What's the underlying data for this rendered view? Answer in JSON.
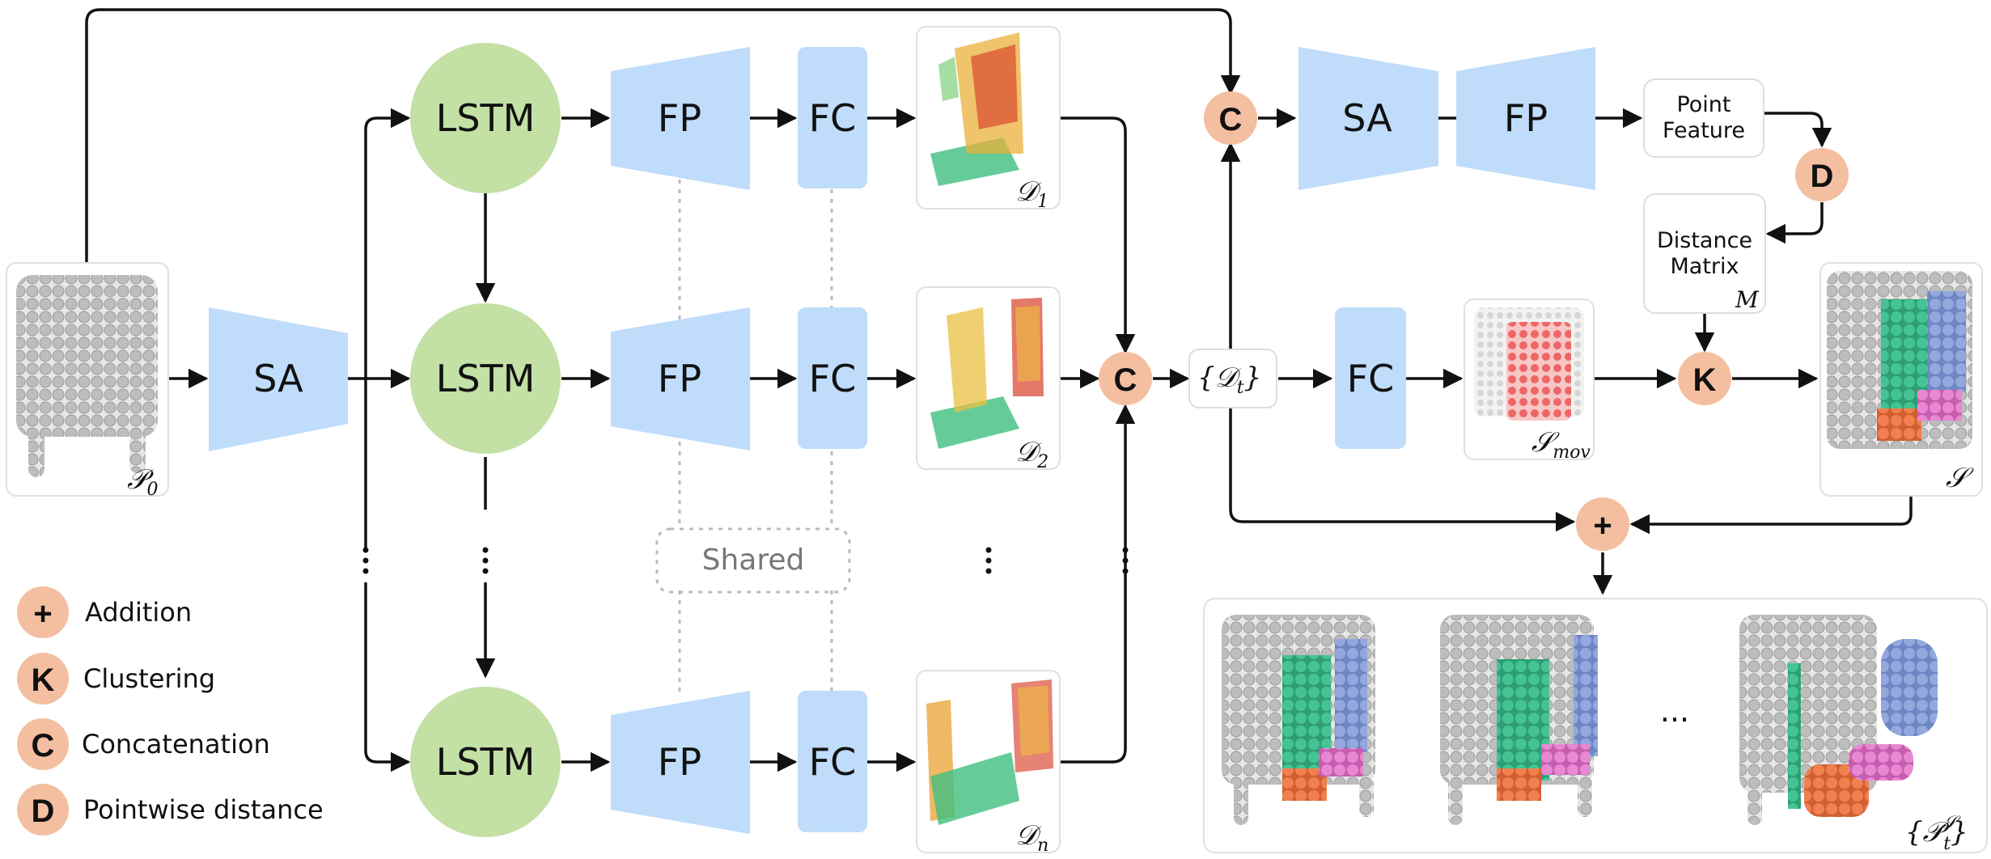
{
  "nodes": {
    "sa_input": "SA",
    "lstm": "LSTM",
    "fp": "FP",
    "fc": "FC",
    "sa_right": "SA",
    "fp_right": "FP",
    "fc_right": "FC",
    "point_feature_line1": "Point",
    "point_feature_line2": "Feature",
    "distance_matrix_line1": "Distance",
    "distance_matrix_line2": "Matrix",
    "distance_matrix_symbol": "M",
    "shared": "Shared",
    "dt_set": "{𝒟",
    "dt_sub": "t",
    "dt_close": "}",
    "ellipsis": "..."
  },
  "images": {
    "p0": "𝒫",
    "p0_sub": "0",
    "d1": "𝒟",
    "d1_sub": "1",
    "d2": "𝒟",
    "d2_sub": "2",
    "dn": "𝒟",
    "dn_sub": "n",
    "smov": "𝒮",
    "smov_sub": "mov",
    "s": "𝒮",
    "pts": "{𝒫",
    "pts_sup": "𝒮",
    "pts_sub": "t",
    "pts_close": "}"
  },
  "operators": {
    "add": "+",
    "cluster": "K",
    "concat": "C",
    "distance": "D"
  },
  "legend": {
    "add": "Addition",
    "cluster": "Clustering",
    "concat": "Concatenation",
    "distance": "Pointwise distance"
  },
  "colors": {
    "lstm": "#c3e0a5",
    "blue_block": "#bfdcfa",
    "operator": "#f4bfa0",
    "gray_point": "#c9c9c9",
    "teal": "#3fbf8f",
    "blue_part": "#8fa5d8",
    "orange_part": "#ee7a4a",
    "pink_part": "#e07ac8",
    "red_mov": "#ee6666"
  }
}
